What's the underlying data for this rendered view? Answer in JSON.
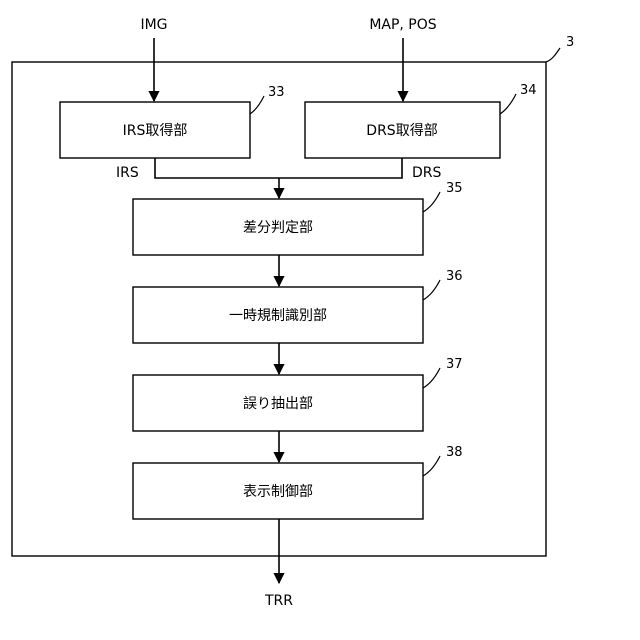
{
  "inputs": {
    "img": "IMG",
    "map_pos": "MAP, POS"
  },
  "output": "TRR",
  "device_ref": "3",
  "boxes": {
    "irs_acquisition": {
      "label": "IRS取得部",
      "ref": "33"
    },
    "drs_acquisition": {
      "label": "DRS取得部",
      "ref": "34"
    },
    "difference_judgment": {
      "label": "差分判定部",
      "ref": "35"
    },
    "temporary_regulation_identification": {
      "label": "一時規制識別部",
      "ref": "36"
    },
    "error_extraction": {
      "label": "誤り抽出部",
      "ref": "37"
    },
    "display_control": {
      "label": "表示制御部",
      "ref": "38"
    }
  },
  "signals": {
    "irs": "IRS",
    "drs": "DRS"
  }
}
